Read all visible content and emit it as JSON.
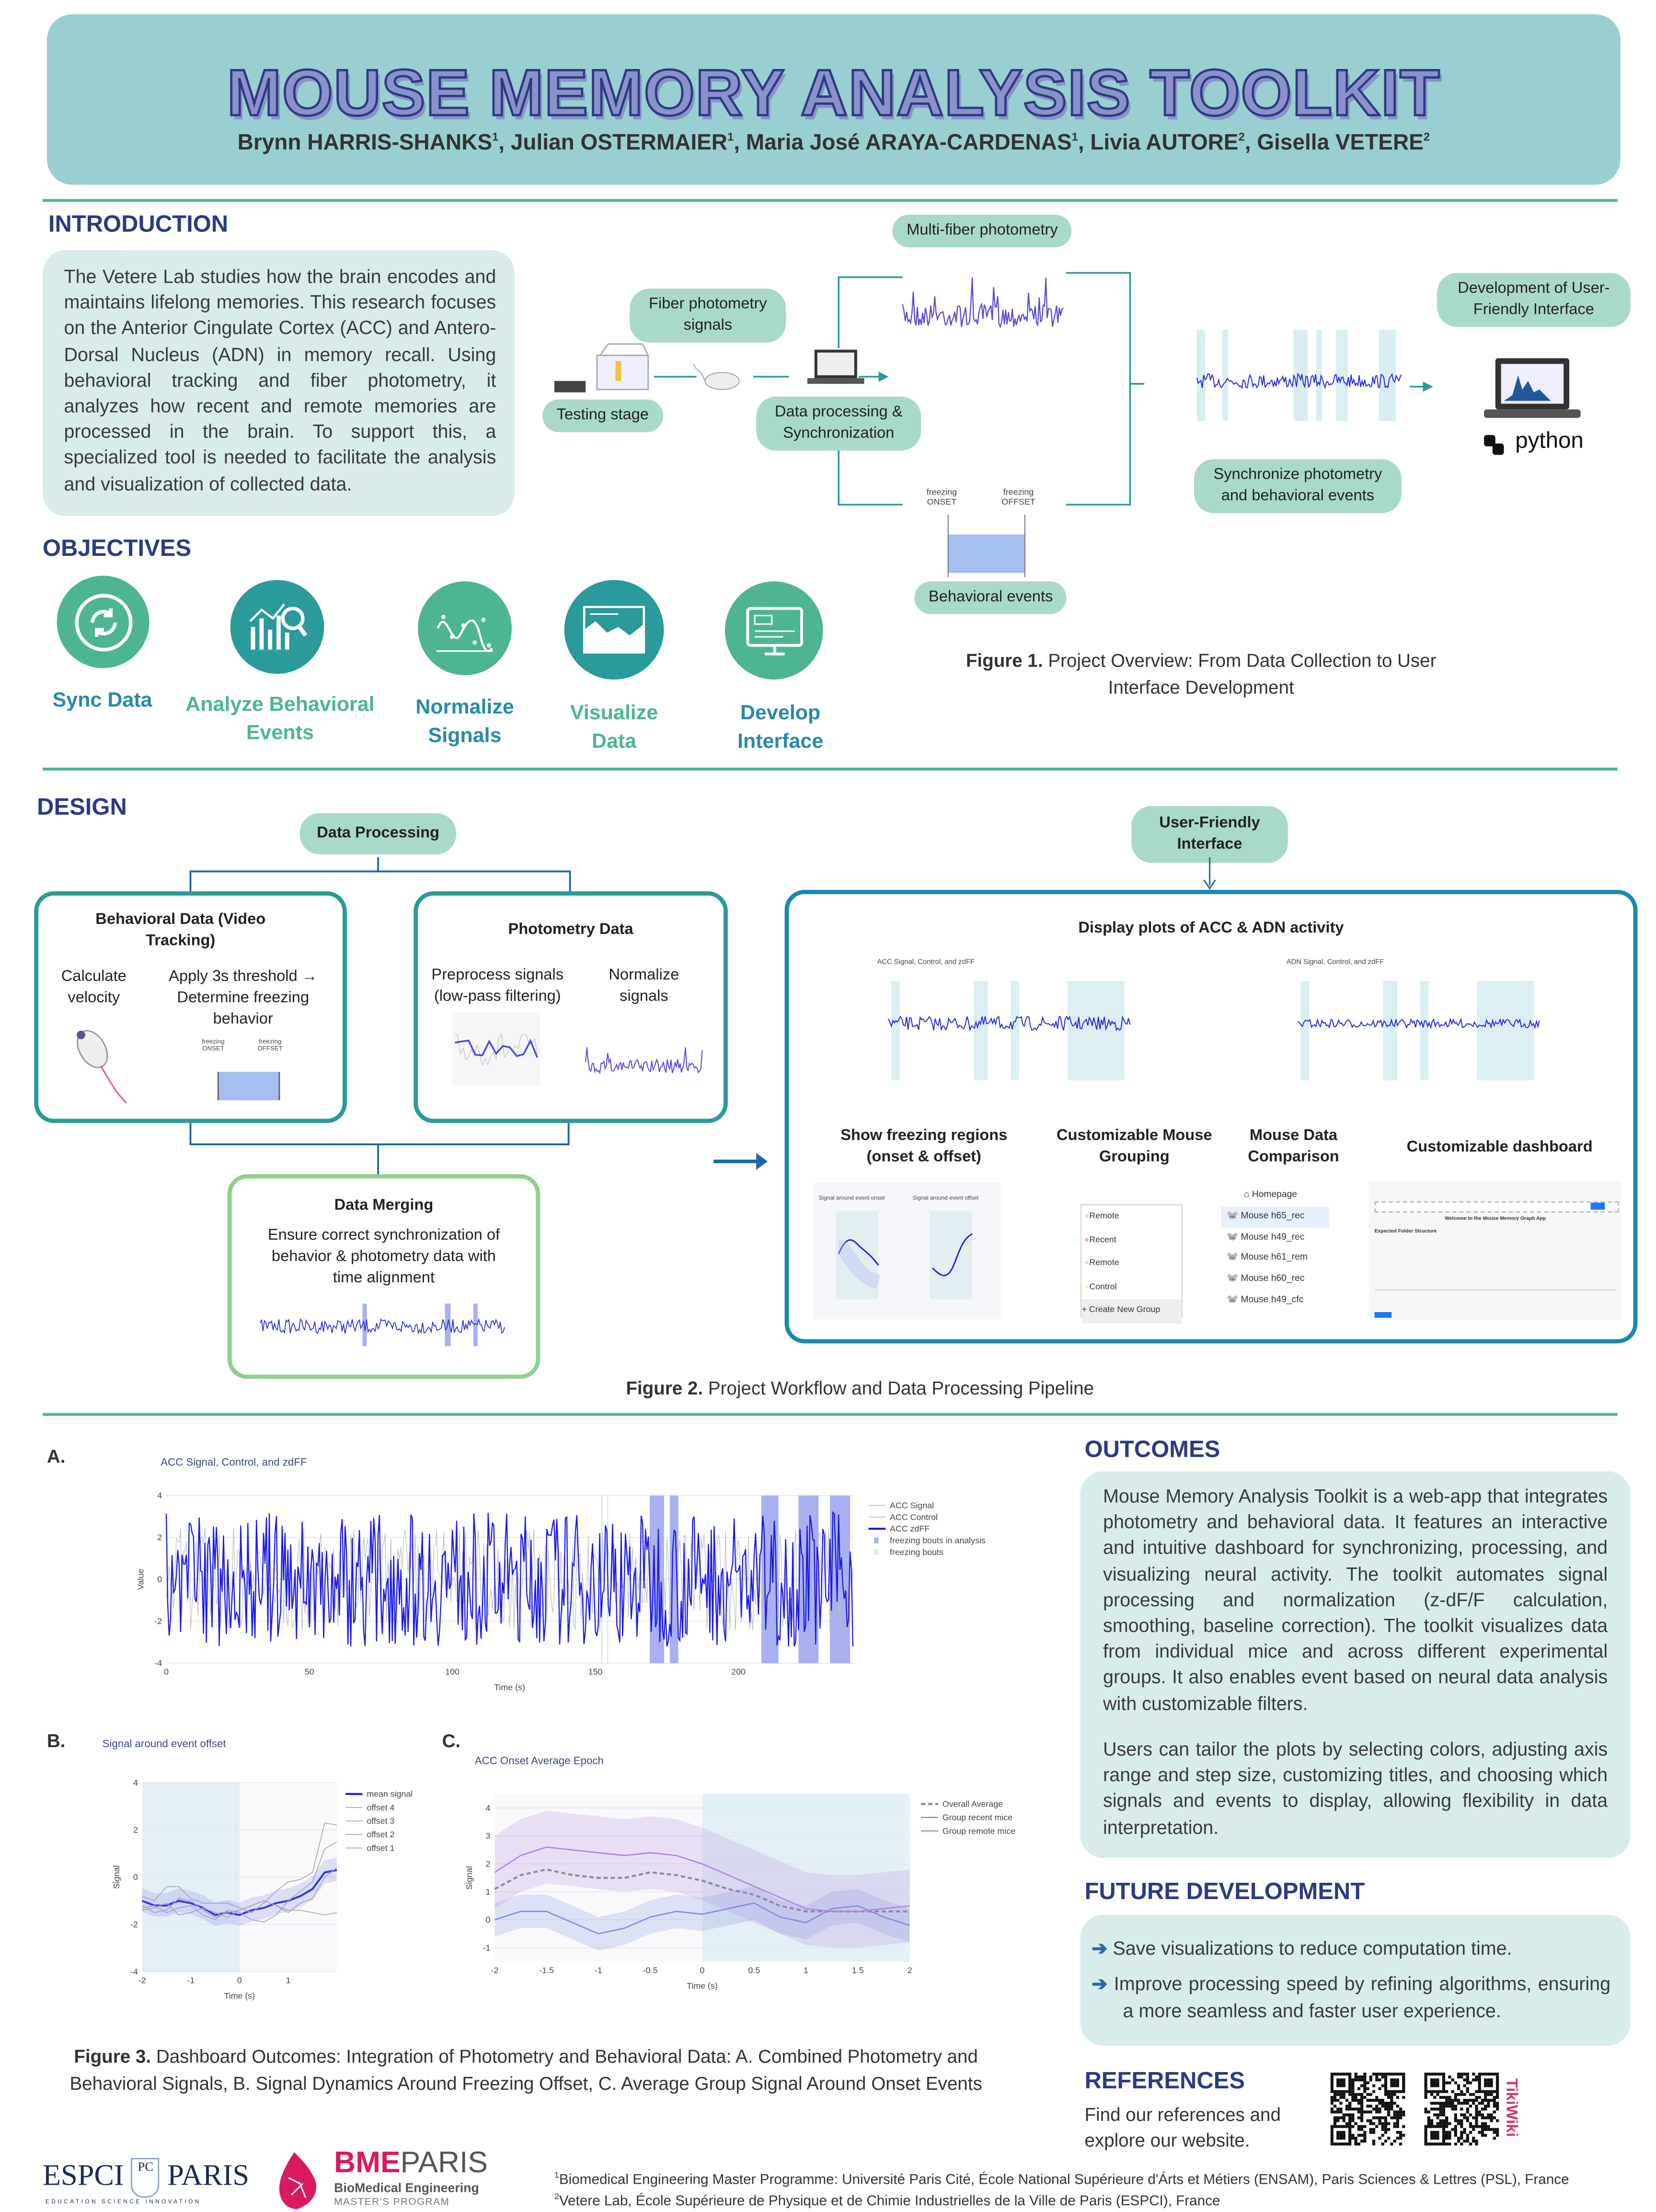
{
  "header": {
    "title": "MOUSE MEMORY ANALYSIS TOOLKIT",
    "authors": [
      {
        "name": "Brynn HARRIS-SHANKS",
        "aff": "1"
      },
      {
        "name": "Julian OSTERMAIER",
        "aff": "1"
      },
      {
        "name": "Maria José ARAYA-CARDENAS",
        "aff": "1"
      },
      {
        "name": "Livia AUTORE",
        "aff": "2"
      },
      {
        "name": "Gisella VETERE",
        "aff": "2"
      }
    ]
  },
  "introduction": {
    "heading": "INTRODUCTION",
    "text": "The Vetere Lab studies how the brain encodes and maintains lifelong memories. This research focuses on the Anterior Cingulate Cortex (ACC) and Antero-Dorsal Nucleus (ADN) in memory recall. Using behavioral tracking and fiber photometry, it analyzes how recent and remote memories are processed in the brain. To support this, a specialized tool is needed to facilitate the analysis and visualization of collected data."
  },
  "objectives": {
    "heading": "OBJECTIVES",
    "items": [
      {
        "label1": "Sync Data",
        "label2": "",
        "icon": "sync-icon",
        "color": "#2a8aa8"
      },
      {
        "label1": "Analyze Behavioral",
        "label2": "Events",
        "icon": "chart-magnifier-icon",
        "color": "#4db593"
      },
      {
        "label1": "Normalize",
        "label2": "Signals",
        "icon": "scatter-wave-icon",
        "color": "#2a8aa8"
      },
      {
        "label1": "Visualize",
        "label2": "Data",
        "icon": "area-chart-icon",
        "color": "#4db593"
      },
      {
        "label1": "Develop",
        "label2": "Interface",
        "icon": "monitor-icon",
        "color": "#2a8aa8"
      }
    ]
  },
  "figure1": {
    "pills": {
      "multi_fiber": "Multi-fiber photometry",
      "fiber_signals": "Fiber photometry signals",
      "testing_stage": "Testing stage",
      "data_processing": "Data processing & Synchronization",
      "behavioral_events": "Behavioral events",
      "development": "Development of User-Friendly Interface",
      "synchronize": "Synchronize photometry and behavioral events"
    },
    "freezing_onset": "freezing ONSET",
    "freezing_offset": "freezing OFFSET",
    "python_label": "python",
    "caption_label": "Figure 1.",
    "caption_text": "Project Overview: From Data Collection to User Interface Development"
  },
  "design": {
    "heading": "DESIGN",
    "data_processing_pill": "Data Processing",
    "ui_pill": "User-Friendly Interface",
    "behavioral": {
      "title": "Behavioral Data (Video Tracking)",
      "step1": "Calculate velocity",
      "step2": "Apply 3s threshold → Determine freezing behavior",
      "onset": "freezing ONSET",
      "offset": "freezing OFFSET"
    },
    "photometry": {
      "title": "Photometry Data",
      "step1": "Preprocess signals (low-pass filtering)",
      "step2": "Normalize signals"
    },
    "merging": {
      "title": "Data Merging",
      "text": "Ensure correct synchronization of behavior & photometry data with time alignment"
    },
    "display": {
      "title": "Display plots of ACC & ADN activity",
      "acc_plot_title": "ACC Signal, Control, and zdFF",
      "adn_plot_title": "ADN Signal, Control, and zdFF",
      "features": [
        "Show freezing regions (onset & offset)",
        "Customizable Mouse Grouping",
        "Mouse Data Comparison",
        "Customizable dashboard"
      ],
      "onset_title": "Signal around event onset",
      "offset_title": "Signal around event offset",
      "groups": [
        "Remote",
        "Recent",
        "Remote",
        "Control",
        "+ Create New Group"
      ],
      "group_colors": [
        "#f8d8a8",
        "#f4a8b0",
        "#f8d8a8",
        "#f8f4b0"
      ],
      "mice": [
        "Homepage",
        "Mouse h65_rec",
        "Mouse h49_rec",
        "Mouse h61_rem",
        "Mouse h60_rec",
        "Mouse h49_cfc"
      ],
      "dashboard_welcome": "Welcome to the Mouse Memory Graph App",
      "dashboard_folder": "Expected Folder Structure"
    },
    "caption_label": "Figure 2.",
    "caption_text": "Project Workflow and Data Processing Pipeline"
  },
  "figure3": {
    "caption_label": "Figure 3.",
    "caption_text": "Dashboard Outcomes: Integration of Photometry and Behavioral Data: A. Combined Photometry and Behavioral Signals, B. Signal Dynamics Around Freezing Offset, C. Average Group Signal Around Onset Events"
  },
  "chart_data": [
    {
      "panel": "A.",
      "type": "line",
      "title": "ACC Signal, Control, and zdFF",
      "xlabel": "Time (s)",
      "ylabel": "Value",
      "xlim": [
        0,
        240
      ],
      "ylim": [
        -4,
        4
      ],
      "xticks": [
        0,
        50,
        100,
        150,
        200
      ],
      "yticks": [
        -4,
        -2,
        0,
        2,
        4
      ],
      "legend": [
        "ACC Signal",
        "ACC Control",
        "ACC zdFF",
        "freezing bouts in analysis",
        "freezing bouts"
      ],
      "legend_position": "right",
      "freezing_bouts_in_analysis": [
        [
          169,
          174
        ],
        [
          176,
          179
        ],
        [
          208,
          214
        ],
        [
          221,
          228
        ],
        [
          232,
          239
        ]
      ],
      "freezing_bouts": [
        [
          152,
          152.5
        ],
        [
          154,
          154.5
        ]
      ],
      "colors": {
        "zdff": "#1a1aee",
        "signal": "#bbbbbb",
        "bouts": "#a8b0f0",
        "light_bouts": "#d8eef0"
      }
    },
    {
      "panel": "B.",
      "type": "line",
      "title": "Signal around event offset",
      "xlabel": "Time (s)",
      "ylabel": "Signal",
      "xlim": [
        -2,
        2
      ],
      "ylim": [
        -4,
        4
      ],
      "xticks": [
        -2,
        -1,
        0,
        1
      ],
      "yticks": [
        -4,
        -2,
        0,
        2,
        4
      ],
      "legend": [
        "mean signal",
        "offset 4",
        "offset 3",
        "offset 2",
        "offset 1"
      ],
      "legend_position": "right",
      "x": [
        -2,
        -1.75,
        -1.5,
        -1.25,
        -1,
        -0.75,
        -0.5,
        -0.25,
        0,
        0.25,
        0.5,
        0.75,
        1,
        1.25,
        1.5,
        1.75,
        2
      ],
      "series": [
        {
          "name": "mean signal",
          "values": [
            -1.0,
            -1.2,
            -1.2,
            -1.0,
            -1.1,
            -1.3,
            -1.6,
            -1.5,
            -1.6,
            -1.4,
            -1.3,
            -1.1,
            -1.0,
            -0.8,
            -0.5,
            0.2,
            0.3
          ]
        },
        {
          "name": "offset 4",
          "values": [
            -0.8,
            -1.0,
            -0.4,
            -0.4,
            -0.9,
            -1.1,
            -1.1,
            -1.1,
            -1.3,
            -1.5,
            -1.1,
            -0.6,
            -0.2,
            -0.1,
            0.2,
            2.3,
            2.2
          ]
        },
        {
          "name": "offset 3",
          "values": [
            -1.3,
            -1.2,
            -1.5,
            -1.3,
            -1.2,
            -1.6,
            -1.8,
            -1.4,
            -1.5,
            -1.8,
            -1.9,
            -1.6,
            -1.0,
            -0.6,
            -0.2,
            1.2,
            1.5
          ]
        },
        {
          "name": "offset 2",
          "values": [
            -1.4,
            -1.3,
            -1.1,
            -1.6,
            -1.5,
            -1.3,
            -1.5,
            -1.7,
            -1.4,
            -1.2,
            -1.0,
            -1.2,
            -1.5,
            -1.1,
            -0.9,
            0.0,
            0.4
          ]
        },
        {
          "name": "offset 1",
          "values": [
            -1.2,
            -1.5,
            -1.4,
            -0.9,
            -1.0,
            -1.4,
            -1.7,
            -1.5,
            -1.4,
            -1.2,
            -1.0,
            -1.2,
            -1.4,
            -1.4,
            -1.5,
            -1.6,
            -1.5
          ]
        }
      ],
      "shaded_region": [
        -2,
        0
      ]
    },
    {
      "panel": "C.",
      "type": "line",
      "title": "ACC Onset Average Epoch",
      "xlabel": "Time (s)",
      "ylabel": "Signal",
      "xlim": [
        -2,
        2
      ],
      "ylim": [
        -1.5,
        4.5
      ],
      "xticks": [
        -2,
        -1.5,
        -1,
        -0.5,
        0,
        0.5,
        1,
        1.5,
        2
      ],
      "yticks": [
        -1,
        0,
        1,
        2,
        3,
        4
      ],
      "legend": [
        "Overall Average",
        "Group recent mice",
        "Group remote mice"
      ],
      "legend_position": "right",
      "x": [
        -2,
        -1.75,
        -1.5,
        -1.25,
        -1,
        -0.75,
        -0.5,
        -0.25,
        0,
        0.25,
        0.5,
        0.75,
        1,
        1.25,
        1.5,
        1.75,
        2
      ],
      "series": [
        {
          "name": "Overall Average",
          "values": [
            1.1,
            1.6,
            1.8,
            1.6,
            1.5,
            1.5,
            1.7,
            1.6,
            1.4,
            1.1,
            0.9,
            0.5,
            0.3,
            0.3,
            0.3,
            0.3,
            0.3
          ],
          "band": 0
        },
        {
          "name": "Group recent mice",
          "values": [
            0.0,
            0.3,
            0.3,
            -0.1,
            -0.5,
            -0.3,
            0.1,
            0.3,
            0.2,
            0.4,
            0.6,
            0.1,
            -0.1,
            0.4,
            0.5,
            0.1,
            -0.2
          ],
          "band": 0.6
        },
        {
          "name": "Group remote mice",
          "values": [
            1.7,
            2.3,
            2.6,
            2.5,
            2.4,
            2.3,
            2.4,
            2.3,
            2.0,
            1.6,
            1.2,
            0.8,
            0.4,
            0.3,
            0.3,
            0.4,
            0.5
          ],
          "band": 1.3
        }
      ],
      "shaded_region": [
        0,
        2
      ]
    }
  ],
  "outcomes": {
    "heading": "OUTCOMES",
    "p1": "Mouse Memory Analysis Toolkit is a web-app that integrates photometry and behavioral data. It features an interactive and intuitive dashboard for synchronizing, processing, and visualizing neural activity. The toolkit automates signal processing and normalization (z-dF/F calculation, smoothing, baseline correction). The toolkit visualizes data from individual mice and across different experimental groups. It also enables event based on neural data analysis with customizable filters.",
    "p2": "Users can tailor the plots by selecting colors, adjusting axis range and step size, customizing titles, and choosing which signals and events to display, allowing flexibility in data interpretation."
  },
  "future": {
    "heading": "FUTURE DEVELOPMENT",
    "items": [
      "Save visualizations to reduce computation time.",
      "Improve processing speed by refining algorithms, ensuring a more seamless and faster user experience."
    ]
  },
  "references": {
    "heading": "REFERENCES",
    "text": "Find our references and explore our website.",
    "tikiwiki": "TikiWiki"
  },
  "logos": {
    "espci": "ESPCI PARIS",
    "espci_tag": "EDUCATION  SCIENCE  INNOVATION",
    "bme": "BME",
    "bme_paris": "PARIS",
    "bme_sub": "BioMedical Engineering",
    "bme_prog": "MASTER'S PROGRAM"
  },
  "footnotes": [
    {
      "num": "1",
      "text": "Biomedical Engineering Master Programme: Université Paris Cité, École National Supérieure d'Árts et Métiers (ENSAM), Paris Sciences & Lettres (PSL), France"
    },
    {
      "num": "2",
      "text": "Vetere Lab, École Supérieure de Physique et de Chimie Industrielles de la Ville de Paris (ESPCI), France"
    }
  ],
  "colors": {
    "heading": "#2b3b84",
    "teal": "#99cfd0",
    "green": "#4db593",
    "pill": "#a9d9c9",
    "blue_line": "#1a1aee"
  }
}
